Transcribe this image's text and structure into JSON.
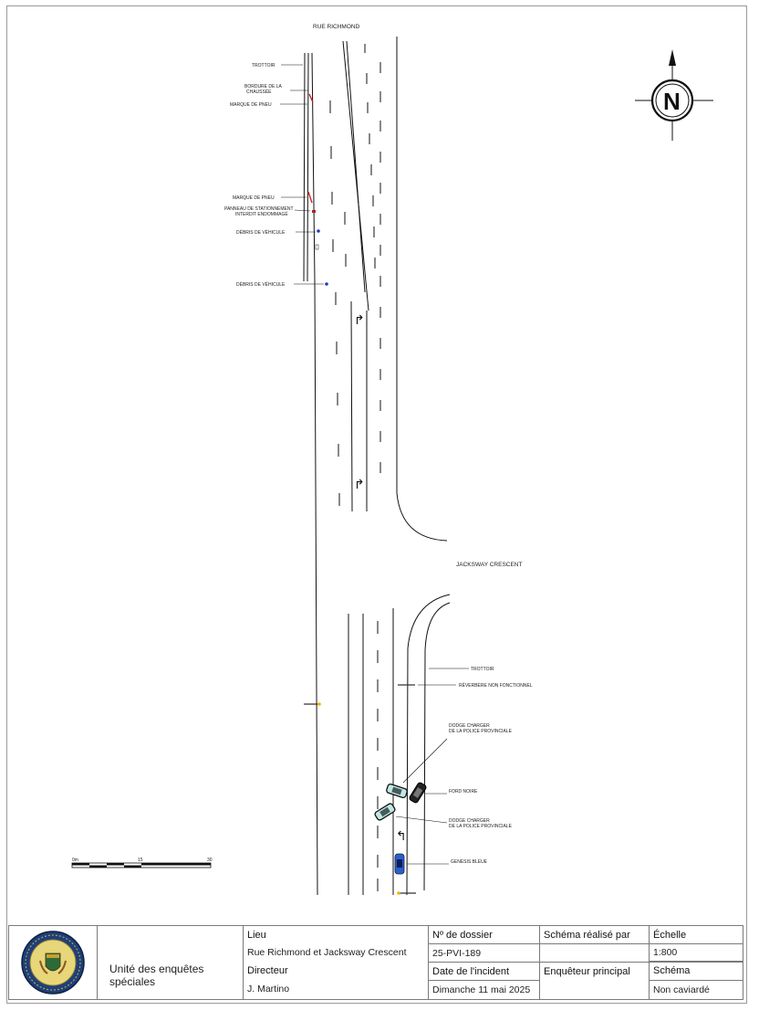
{
  "road_labels": {
    "north_road": "RUE RICHMOND",
    "cross_road": "JACKSWAY CRESCENT"
  },
  "compass": {
    "letter": "N"
  },
  "callouts": {
    "trottoir_top": "TROTTOIR",
    "bordure_line1": "BORDURE DE LA",
    "bordure_line2": "CHAUSSÉE",
    "marque_pneu_1": "MARQUE DE PNEU",
    "marque_pneu_2": "MARQUE DE PNEU",
    "panneau_line1": "PANNEAU DE STATIONNEMENT",
    "panneau_line2": "INTERDIT ENDOMMAGÉ",
    "debris_1": "DÉBRIS DE VÉHICULE",
    "debris_2": "DÉBRIS DE VÉHICULE",
    "trottoir_bottom": "TROTTOIR",
    "reverbere": "RÉVERBÈRE NON FONCTIONNEL",
    "dodge1_line1": "DODGE CHARGER",
    "dodge1_line2": "DE LA POLICE PROVINCIALE",
    "ford": "FORD NOIRE",
    "dodge2_line1": "DODGE CHARGER",
    "dodge2_line2": "DE LA POLICE PROVINCIALE",
    "genesis": "GENESIS BLEUE"
  },
  "scale_bar": {
    "start": "0m",
    "mid": "15",
    "end": "30"
  },
  "colors": {
    "tire_mark": "#d42020",
    "debris": "#2438c8",
    "police_car": "#bfe8e4",
    "ford": "#222222",
    "genesis": "#2b5fd0",
    "light": "#f0b400"
  },
  "title_block": {
    "organization": "Unité des enquêtes spéciales",
    "lieu_label": "Lieu",
    "lieu_value": "Rue Richmond et Jacksway Crescent",
    "directeur_label": "Directeur",
    "directeur_value": "J. Martino",
    "dossier_label": "Nº de dossier",
    "dossier_value": "25-PVI-189",
    "date_label": "Date de l'incident",
    "date_value": "Dimanche 11 mai 2025",
    "schema_par_label": "Schéma réalisé par",
    "schema_par_value": "",
    "enqueteur_label": "Enquêteur principal",
    "enqueteur_value": "",
    "echelle_label": "Échelle",
    "echelle_value": "1:800",
    "schema_label": "Schéma",
    "schema_value": "Non caviardé"
  }
}
